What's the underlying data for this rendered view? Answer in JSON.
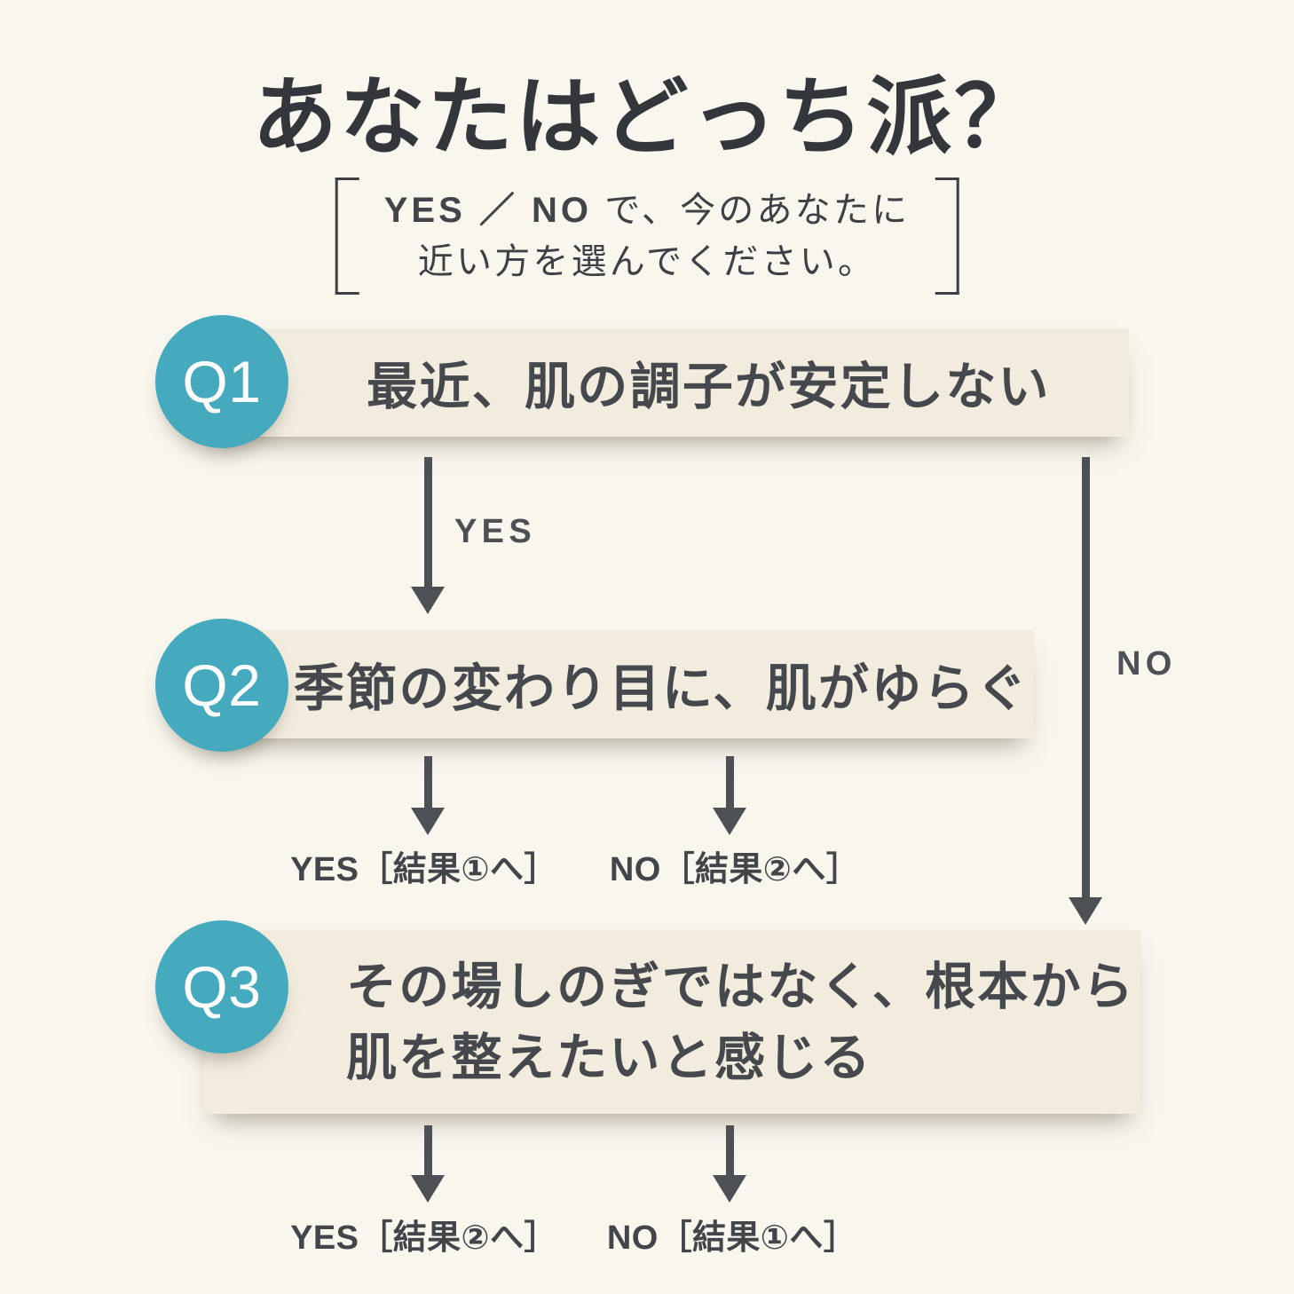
{
  "colors": {
    "background": "#f9f6ee",
    "card": "#f2ecdf",
    "accent_teal": "#45aabd",
    "ink_title": "#33373b",
    "ink_body": "#45494e",
    "arrow": "#4d5155"
  },
  "header": {
    "title": "あなたはどっち派？",
    "note_strong": "YES ／ NO",
    "note_line1_rest": " で、今のあなたに",
    "note_line2": "近い方を選んでください。"
  },
  "questions": [
    {
      "id": "Q1",
      "text": "最近、肌の調子が安定しない"
    },
    {
      "id": "Q2",
      "text": "季節の変わり目に、肌がゆらぐ"
    },
    {
      "id": "Q3",
      "line1": "その場しのぎではなく、根本から",
      "line2": "肌を整えたいと感じる"
    }
  ],
  "branches": {
    "q1_yes": "YES",
    "q1_no": "NO",
    "q2_yes_result": "YES［結果①へ］",
    "q2_no_result": "NO［結果②へ］",
    "q3_yes_result": "YES［結果②へ］",
    "q3_no_result": "NO［結果①へ］"
  }
}
